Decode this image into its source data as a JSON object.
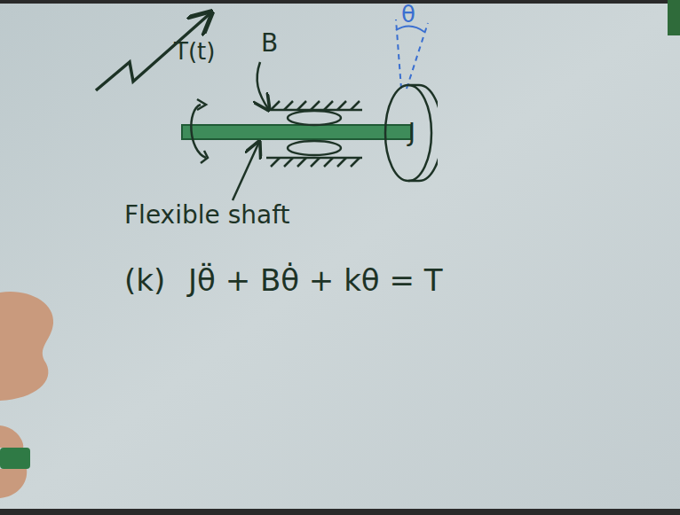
{
  "diagram": {
    "nodes": [
      {
        "text": [
          "J"
        ]
      }
    ],
    "labels": [
      "T(t)",
      "B",
      "θ",
      "Flexible shaft",
      "(k)",
      "Jθ̈ + Bθ̇ + kθ = T"
    ]
  }
}
